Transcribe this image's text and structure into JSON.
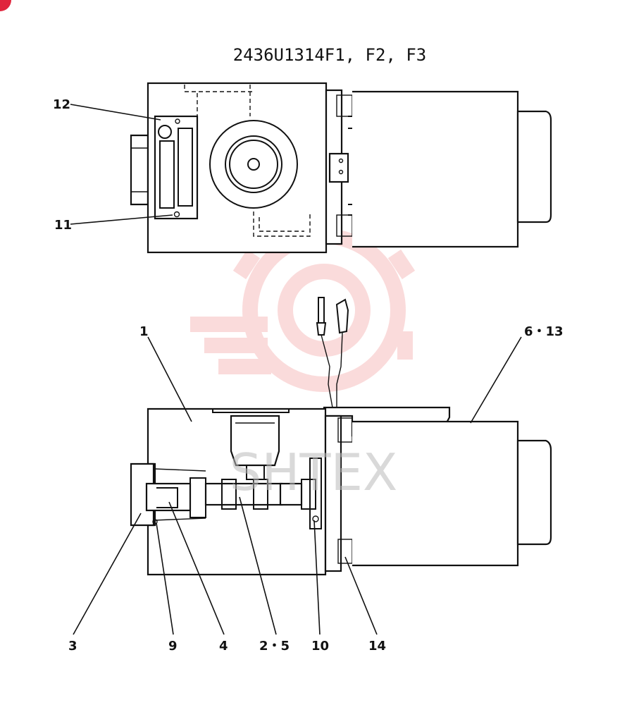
{
  "title": "2436U1314F1, F2, F3",
  "watermark": "SHTEX",
  "colors": {
    "line": "#111111",
    "watermark": "#f08080",
    "corner_badge": "#e0243c"
  },
  "callouts": {
    "c12": "12",
    "c11": "11",
    "c1": "1",
    "c6_13": "6・13",
    "c3": "3",
    "c9": "9",
    "c4": "4",
    "c2_5": "2・5",
    "c10": "10",
    "c14": "14"
  }
}
